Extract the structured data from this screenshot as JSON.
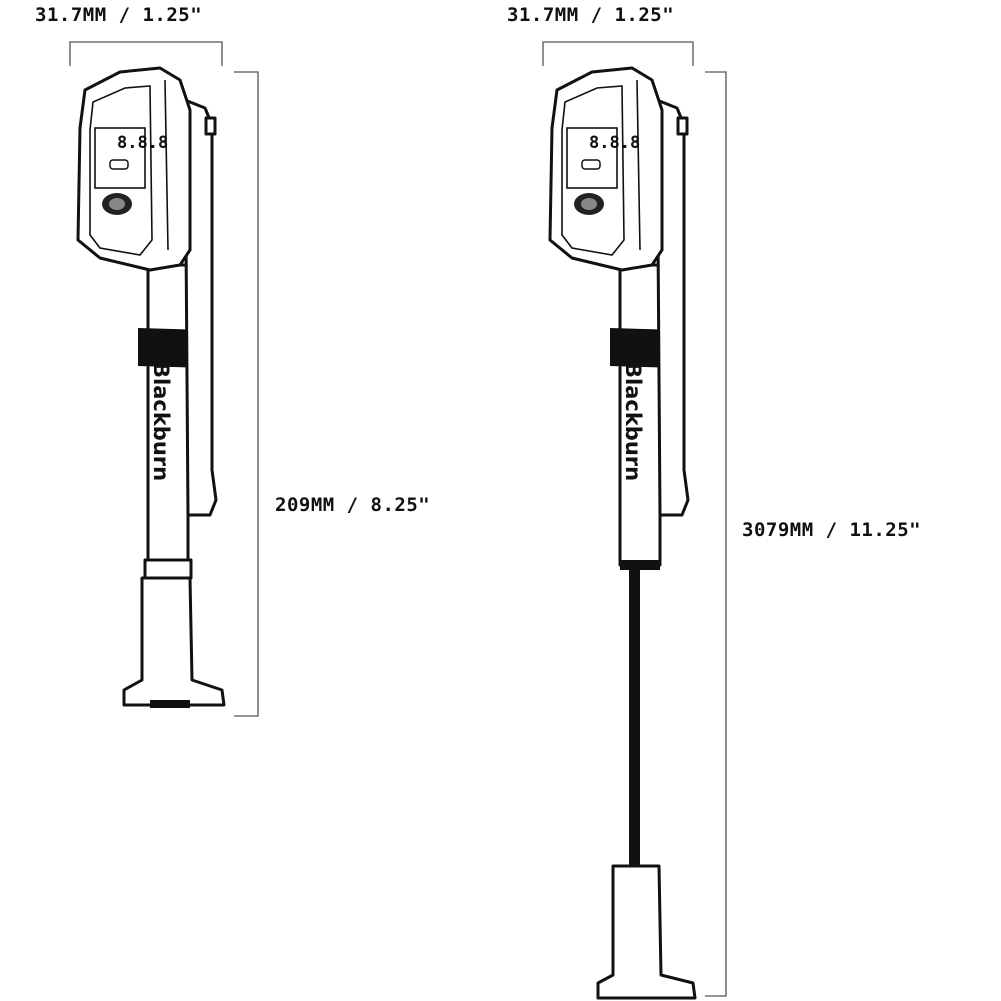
{
  "left_pump": {
    "width_label": "31.7MM / 1.25\"",
    "height_label": "209MM / 8.25\"",
    "display_digits": "8.8.8",
    "brand": "Blackburn"
  },
  "right_pump": {
    "width_label": "31.7MM / 1.25\"",
    "height_label": "3079MM / 11.25\"",
    "display_digits": "8.8.8",
    "brand": "Blackburn"
  },
  "colors": {
    "line": "#111111",
    "dimension": "#555555",
    "background": "#ffffff"
  }
}
